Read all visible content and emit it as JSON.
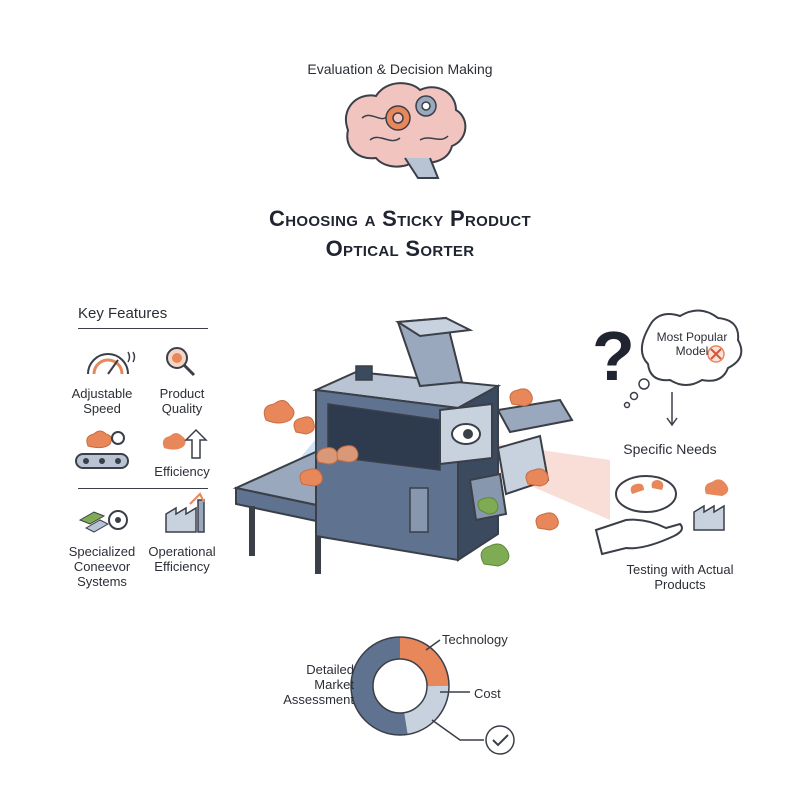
{
  "top_label": "Evaluation & Decision Making",
  "title_line1": "Choosing a Sticky Product",
  "title_line2": "Optical Sorter",
  "key_features": {
    "heading": "Key Features",
    "items": [
      {
        "label_line1": "Adjustable",
        "label_line2": "Speed",
        "icon": "speedometer-icon"
      },
      {
        "label_line1": "Product",
        "label_line2": "Quality",
        "icon": "magnifier-icon"
      },
      {
        "label_line1": "",
        "label_line2": "",
        "icon": "conveyor-gear-icon"
      },
      {
        "label_line1": "Efficiency",
        "label_line2": "",
        "icon": "efficiency-arrow-icon"
      },
      {
        "label_line1": "Specialized",
        "label_line2": "Coneevor",
        "label_line3": "Systems",
        "icon": "conveyor-parts-icon"
      },
      {
        "label_line1": "Operational",
        "label_line2": "Efficiency",
        "icon": "factory-icon"
      }
    ]
  },
  "thought": {
    "line1": "Most Popular",
    "line2": "Model"
  },
  "specific_needs": "Specific Needs",
  "testing": {
    "line1": "Testing with Actual",
    "line2": "Products"
  },
  "market": {
    "line1": "Detailed",
    "line2": "Market",
    "line3": "Assessment",
    "technology": "Technology",
    "cost": "Cost"
  },
  "colors": {
    "slate": "#5f7290",
    "slate_dark": "#3c4a60",
    "orange": "#e8875a",
    "green": "#7fab55",
    "ink": "#2b2f36"
  }
}
